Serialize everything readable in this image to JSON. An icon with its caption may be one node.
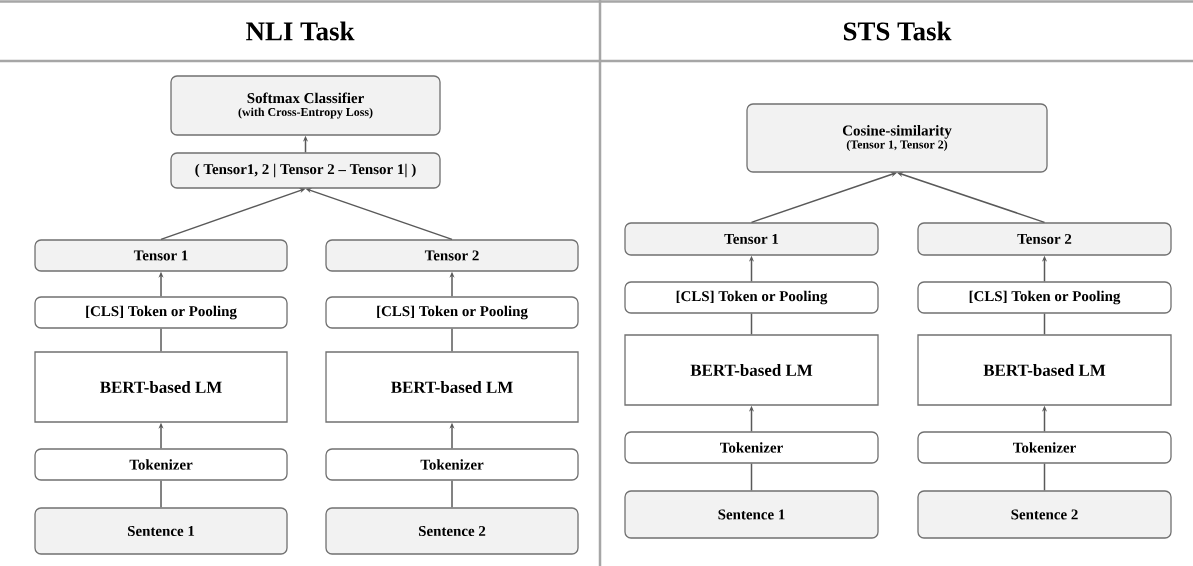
{
  "diagram": {
    "nodes": [
      {
        "text": [
          "Softmax Classifier",
          "(with Cross-Entropy Loss)"
        ]
      },
      {
        "text": [
          "( Tensor1, 2 | Tensor 2 – Tensor 1| )"
        ]
      },
      {
        "text": [
          "Tensor 1"
        ]
      },
      {
        "text": [
          "Tensor 2"
        ]
      },
      {
        "text": [
          "[CLS] Token or Pooling"
        ]
      },
      {
        "text": [
          "[CLS] Token or Pooling"
        ]
      },
      {
        "text": [
          "BERT-based LM"
        ]
      },
      {
        "text": [
          "BERT-based LM"
        ]
      },
      {
        "text": [
          "Tokenizer"
        ]
      },
      {
        "text": [
          "Tokenizer"
        ]
      },
      {
        "text": [
          "Sentence 1"
        ]
      },
      {
        "text": [
          "Sentence 2"
        ]
      },
      {
        "text": [
          "Cosine-similarity",
          "(Tensor 1, Tensor 2)"
        ]
      },
      {
        "text": [
          "Tensor 1"
        ]
      },
      {
        "text": [
          "Tensor 2"
        ]
      },
      {
        "text": [
          "[CLS] Token or Pooling"
        ]
      },
      {
        "text": [
          "[CLS] Token or Pooling"
        ]
      },
      {
        "text": [
          "BERT-based LM"
        ]
      },
      {
        "text": [
          "BERT-based LM"
        ]
      },
      {
        "text": [
          "Tokenizer"
        ]
      },
      {
        "text": [
          "Tokenizer"
        ]
      },
      {
        "text": [
          "Sentence 1"
        ]
      },
      {
        "text": [
          "Sentence 2"
        ]
      }
    ],
    "edges": [
      {
        "from": 1,
        "to": 0,
        "arrow": "to"
      },
      {
        "from": 2,
        "to": 1,
        "arrow": "to"
      },
      {
        "from": 3,
        "to": 1,
        "arrow": "to"
      },
      {
        "from": 4,
        "to": 2,
        "arrow": "to"
      },
      {
        "from": 5,
        "to": 3,
        "arrow": "to"
      },
      {
        "from": 6,
        "to": 4,
        "arrow": "none"
      },
      {
        "from": 7,
        "to": 5,
        "arrow": "none"
      },
      {
        "from": 8,
        "to": 6,
        "arrow": "to"
      },
      {
        "from": 9,
        "to": 7,
        "arrow": "to"
      },
      {
        "from": 10,
        "to": 8,
        "arrow": "none"
      },
      {
        "from": 11,
        "to": 9,
        "arrow": "none"
      },
      {
        "from": 13,
        "to": 12,
        "arrow": "to"
      },
      {
        "from": 14,
        "to": 12,
        "arrow": "to"
      },
      {
        "from": 15,
        "to": 13,
        "arrow": "to"
      },
      {
        "from": 16,
        "to": 14,
        "arrow": "to"
      },
      {
        "from": 17,
        "to": 15,
        "arrow": "none"
      },
      {
        "from": 18,
        "to": 16,
        "arrow": "none"
      },
      {
        "from": 19,
        "to": 17,
        "arrow": "to"
      },
      {
        "from": 20,
        "to": 18,
        "arrow": "to"
      },
      {
        "from": 21,
        "to": 19,
        "arrow": "none"
      },
      {
        "from": 22,
        "to": 20,
        "arrow": "none"
      }
    ],
    "labels": [
      "NLI Task",
      "STS Task"
    ]
  }
}
